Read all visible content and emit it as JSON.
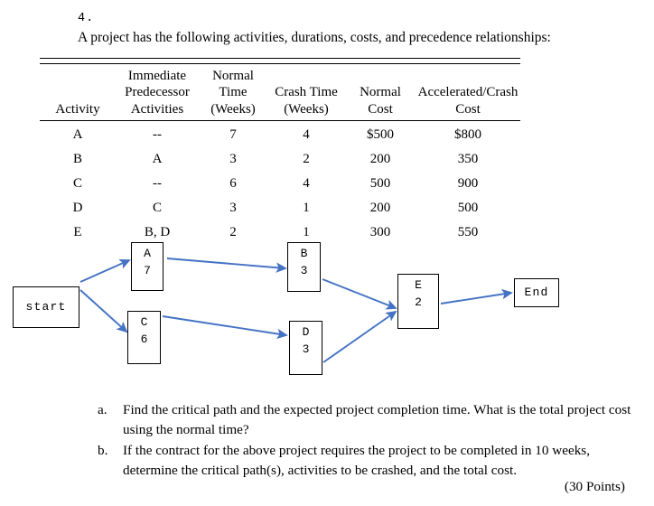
{
  "document": {
    "question_number": "4.",
    "intro": "A project has the following activities, durations, costs, and precedence relationships:"
  },
  "table": {
    "headers": {
      "activity": "Activity",
      "predecessor_l1": "Immediate",
      "predecessor_l2": "Predecessor",
      "predecessor_l3": "Activities",
      "normal_time_l1": "Normal",
      "normal_time_l2": "Time",
      "normal_time_l3": "(Weeks)",
      "crash_time_l1": "Crash Time",
      "crash_time_l2": "(Weeks)",
      "normal_cost_l1": "Normal",
      "normal_cost_l2": "Cost",
      "accel_cost_l1": "Accelerated/Crash",
      "accel_cost_l2": "Cost"
    },
    "rows": [
      {
        "activity": "A",
        "predecessors": "--",
        "normal_time": "7",
        "crash_time": "4",
        "normal_cost": "$500",
        "accel_cost": "$800"
      },
      {
        "activity": "B",
        "predecessors": "A",
        "normal_time": "3",
        "crash_time": "2",
        "normal_cost": "200",
        "accel_cost": "350"
      },
      {
        "activity": "C",
        "predecessors": "--",
        "normal_time": "6",
        "crash_time": "4",
        "normal_cost": "500",
        "accel_cost": "900"
      },
      {
        "activity": "D",
        "predecessors": "C",
        "normal_time": "3",
        "crash_time": "1",
        "normal_cost": "200",
        "accel_cost": "500"
      },
      {
        "activity": "E",
        "predecessors": "B, D",
        "normal_time": "2",
        "crash_time": "1",
        "normal_cost": "300",
        "accel_cost": "550"
      }
    ]
  },
  "diagram": {
    "arrow_color": "#4472C4",
    "node_border_color": "#000000",
    "nodes": {
      "start": {
        "label": "start"
      },
      "a": {
        "label": "A",
        "duration": "7"
      },
      "b": {
        "label": "B",
        "duration": "3"
      },
      "c": {
        "label": "C",
        "duration": "6"
      },
      "d": {
        "label": "D",
        "duration": "3"
      },
      "e": {
        "label": "E",
        "duration": "2"
      },
      "end": {
        "label": "End"
      }
    },
    "edges": [
      {
        "from": "start",
        "to": "a"
      },
      {
        "from": "start",
        "to": "c"
      },
      {
        "from": "a",
        "to": "b"
      },
      {
        "from": "c",
        "to": "d"
      },
      {
        "from": "b",
        "to": "e"
      },
      {
        "from": "d",
        "to": "e"
      },
      {
        "from": "e",
        "to": "end"
      }
    ]
  },
  "questions": [
    {
      "marker": "a.",
      "text": "Find the critical path and the expected project completion time. What is the total project cost using the normal time?"
    },
    {
      "marker": "b.",
      "text": " If the contract for the above project requires the project to be completed in 10 weeks, determine the critical path(s), activities to be crashed, and the total cost."
    }
  ],
  "points": "(30 Points)",
  "chart_data": {
    "type": "table",
    "title": "Project activities, durations, costs, and precedence relationships",
    "columns": [
      "Activity",
      "Immediate Predecessor Activities",
      "Normal Time (Weeks)",
      "Crash Time (Weeks)",
      "Normal Cost",
      "Accelerated/Crash Cost"
    ],
    "rows": [
      [
        "A",
        "--",
        7,
        4,
        500,
        800
      ],
      [
        "B",
        "A",
        3,
        2,
        200,
        350
      ],
      [
        "C",
        "--",
        6,
        4,
        500,
        900
      ],
      [
        "D",
        "C",
        3,
        1,
        200,
        500
      ],
      [
        "E",
        "B, D",
        2,
        1,
        300,
        550
      ]
    ]
  }
}
